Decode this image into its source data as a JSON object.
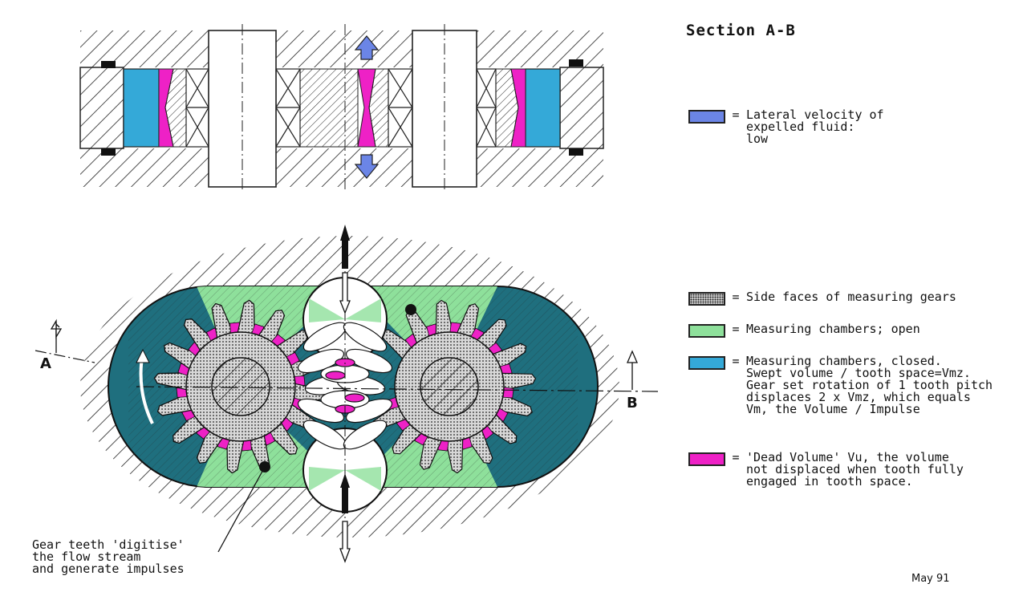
{
  "title": "Section A-B",
  "colors": {
    "lateral_blue": "#6b85e6",
    "measuring_green": "#8ee09b",
    "closed_cyan": "#34a9d8",
    "dead_magenta": "#ee21c6",
    "teal_housing": "#1f6f7e"
  },
  "legend": [
    {
      "swatch": "lateral_blue",
      "text": "Lateral velocity of\nexpelled fluid:\nlow"
    },
    {
      "swatch": "dotted",
      "text": "Side faces of measuring gears"
    },
    {
      "swatch": "measuring_green",
      "text": "Measuring chambers; open"
    },
    {
      "swatch": "closed_cyan",
      "text": "Measuring chambers, closed.\nSwept volume / tooth space=Vmz.\nGear set rotation of 1 tooth pitch\ndisplaces 2 x Vmz, which equals\nVm, the Volume / Impulse"
    },
    {
      "swatch": "dead_magenta",
      "text": "'Dead Volume' Vu, the volume\nnot displaced when tooth fully\nengaged in tooth space."
    }
  ],
  "legend_eq": "=",
  "section_letters": {
    "a": "A",
    "b": "B"
  },
  "annotation": "Gear teeth 'digitise'\nthe flow stream\nand generate impulses",
  "date": "May 91"
}
